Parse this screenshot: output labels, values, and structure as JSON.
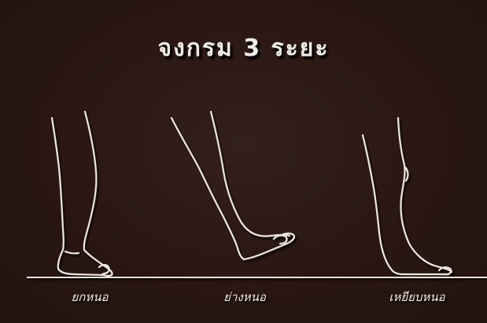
{
  "title": "จงกรม 3 ระยะ",
  "phases": [
    {
      "label": "ยกหนอ"
    },
    {
      "label": "ย่างหนอ"
    },
    {
      "label": "เหยียบหนอ"
    }
  ],
  "colors": {
    "background": "#2a1711",
    "line": "#ece6dc"
  }
}
